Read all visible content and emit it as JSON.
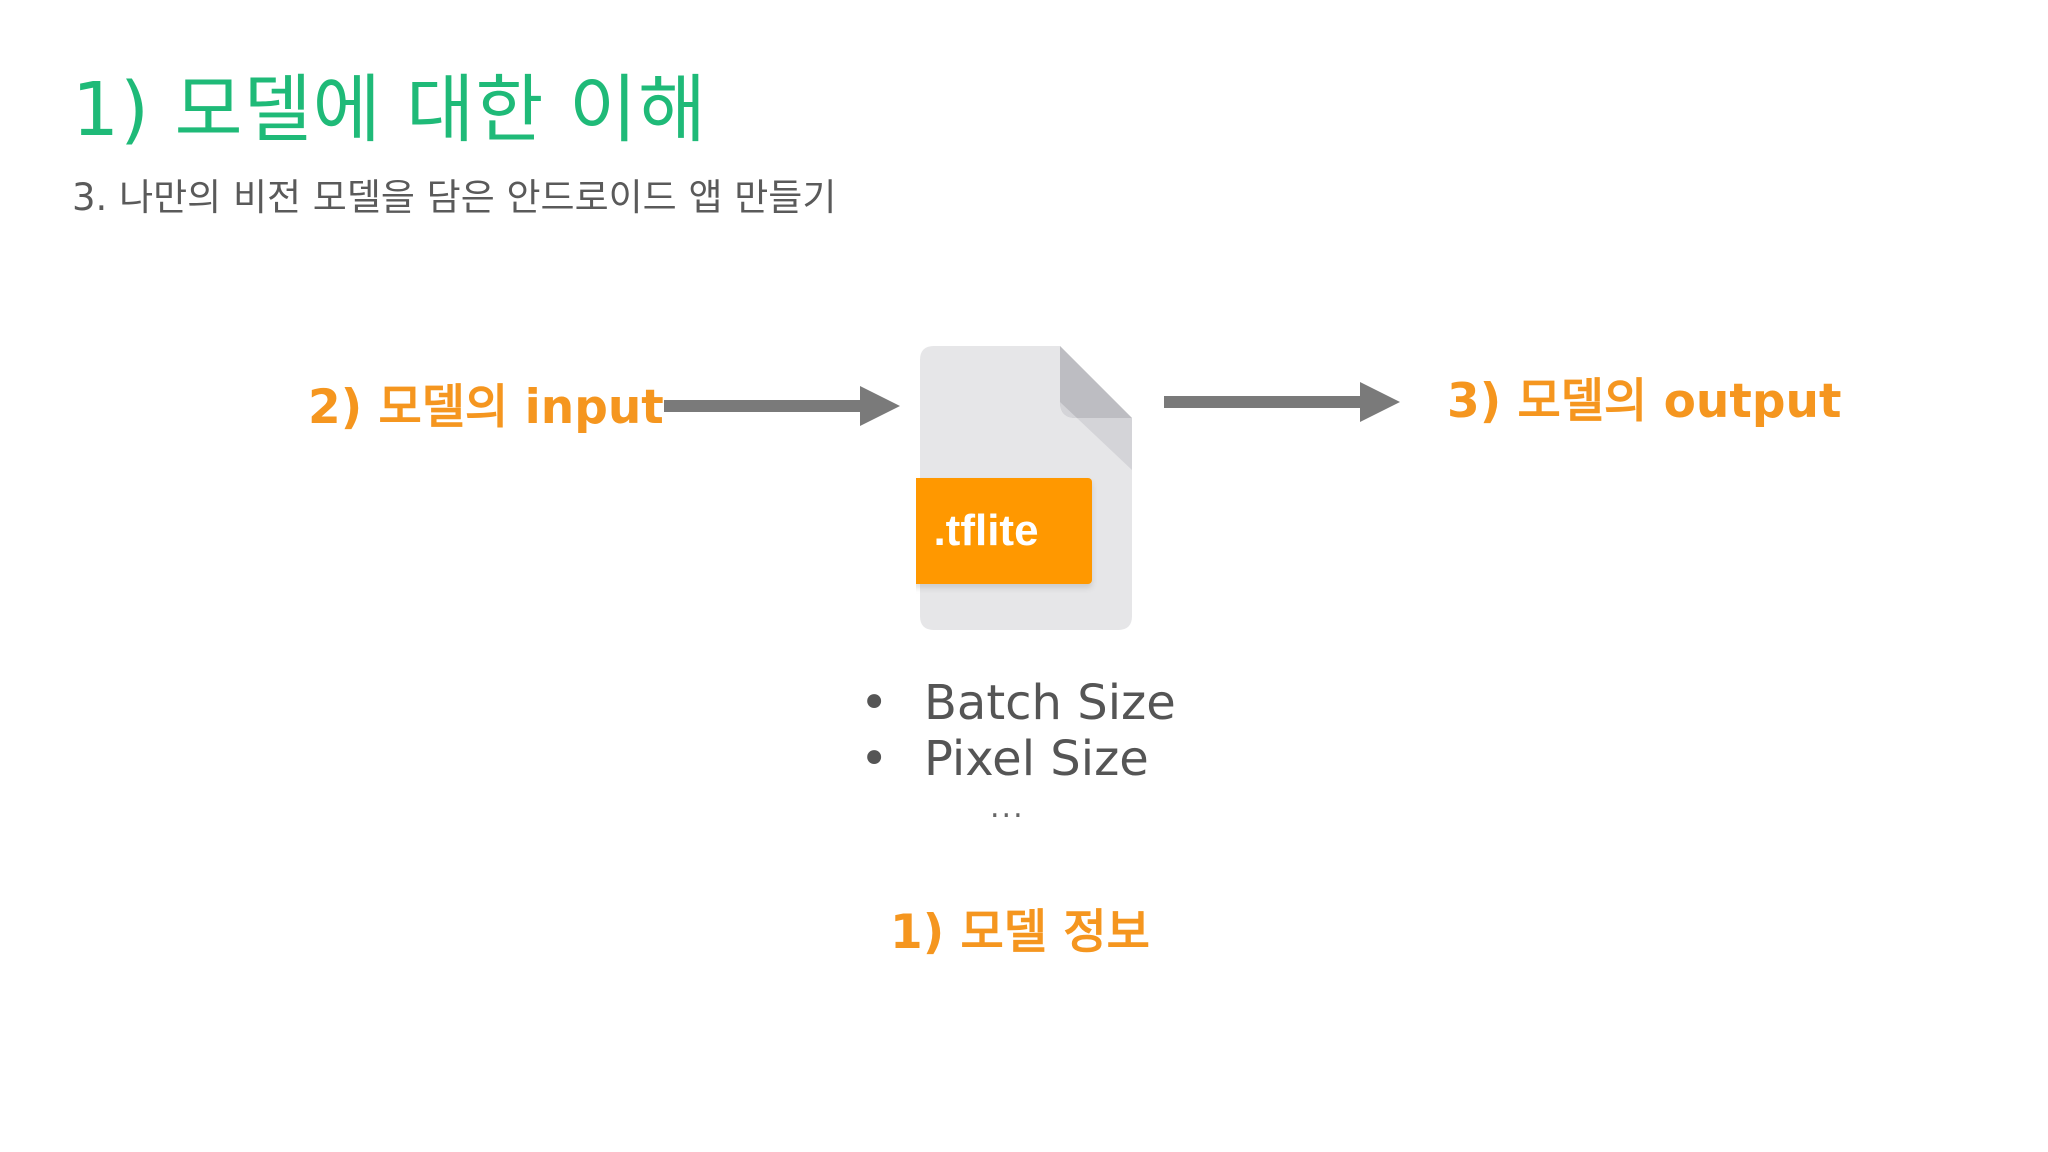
{
  "slide": {
    "title": "1) 모델에 대한 이해",
    "subtitle": "3. 나만의 비전 모델을 담은 안드로이드 앱 만들기"
  },
  "diagram": {
    "input_label": "2) 모델의 input",
    "output_label": "3) 모델의 output",
    "file_badge": ".tflite",
    "info_items": [
      {
        "bullet": "•",
        "text": "Batch Size"
      },
      {
        "bullet": "•",
        "text": "Pixel Size"
      }
    ],
    "ellipsis": "...",
    "info_label": "1) 모델 정보"
  },
  "colors": {
    "title": "#1fba78",
    "accent_orange": "#f5961f",
    "badge_orange": "#ff9800",
    "arrow_gray": "#7a7a7a",
    "file_gray": "#e6e6e8"
  },
  "icons": {
    "file": "document-icon",
    "arrow": "arrow-right-icon"
  }
}
